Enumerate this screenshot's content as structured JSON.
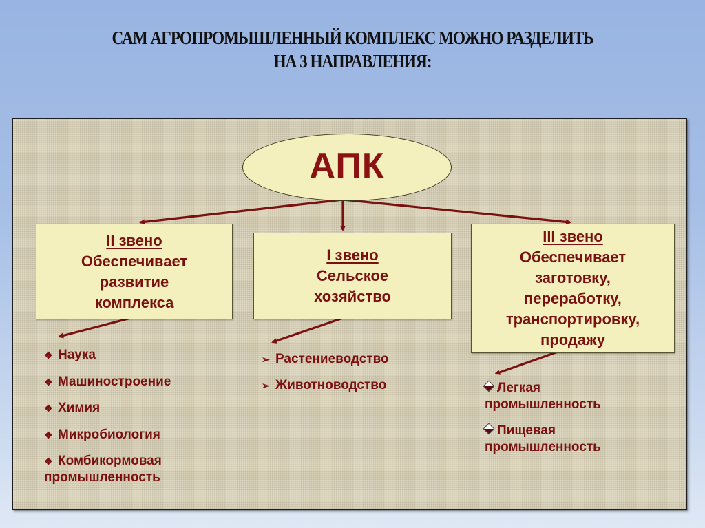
{
  "title": {
    "line1": "САМ АГРОПРОМЫШЛЕННЫЙ КОМПЛЕКС МОЖНО РАЗДЕЛИТЬ",
    "line2": "НА 3 НАПРАВЛЕНИЯ:"
  },
  "root": {
    "label": "АПК"
  },
  "colors": {
    "accent_text": "#7a1010",
    "box_fill": "#f3f0be",
    "arrow": "#7a1010",
    "panel": "#d8d0b6",
    "background_top": "#98b4e2"
  },
  "boxes": {
    "left": {
      "heading": "II звено",
      "lines": [
        "Обеспечивает",
        "развитие",
        "комплекса"
      ],
      "bullet_icon": "four-diamond-bullet",
      "items": [
        "Наука",
        "Машиностроение",
        "Химия",
        "Микробиология",
        "Комбикормовая промышленность"
      ],
      "items_display": [
        {
          "first": "Наука"
        },
        {
          "first": "Машиностроение"
        },
        {
          "first": "Химия"
        },
        {
          "first": "Микробиология"
        },
        {
          "first": "Комбикормовая",
          "second": "промышленность"
        }
      ]
    },
    "center": {
      "heading": "I звено",
      "lines": [
        "Сельское",
        "хозяйство"
      ],
      "bullet_icon": "arrowhead-bullet",
      "items": [
        "Растениеводство",
        "Животноводство"
      ]
    },
    "right": {
      "heading": "III звено",
      "lines": [
        "Обеспечивает",
        "заготовку,",
        "переработку,",
        "транспортировку,",
        "продажу"
      ],
      "bullet_icon": "diamond-bullet",
      "items_display": [
        {
          "first": "Легкая",
          "second": "промышленность"
        },
        {
          "first": "Пищевая",
          "second": "промышленность"
        }
      ]
    }
  },
  "glyphs": {
    "four_diamond": "❖",
    "arrowhead": "➢"
  }
}
